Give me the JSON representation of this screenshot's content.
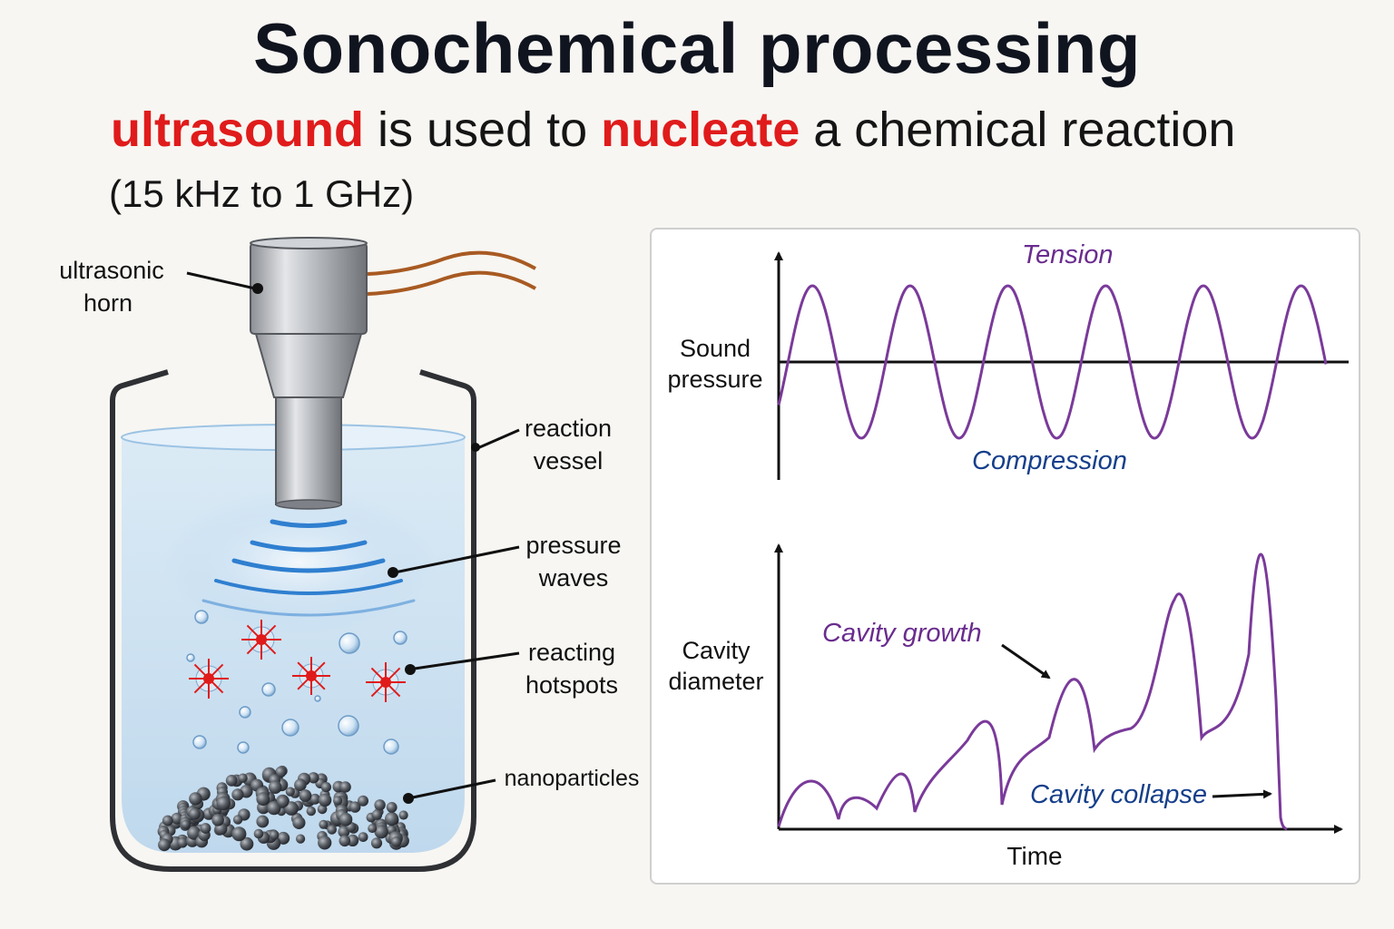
{
  "title": "Sonochemical processing",
  "subtitle": {
    "word1": "ultrasound",
    "middle": " is used to ",
    "word2": "nucleate",
    "end": " a chemical reaction"
  },
  "frequency_range": "(15 kHz to 1 GHz)",
  "labels": {
    "horn_line1": "ultrasonic",
    "horn_line2": "horn",
    "vessel_line1": "reaction",
    "vessel_line2": "vessel",
    "waves_line1": "pressure",
    "waves_line2": "waves",
    "hotspots_line1": "reacting",
    "hotspots_line2": "hotspots",
    "nanoparticles": "nanoparticles"
  },
  "graph": {
    "top_ylabel_line1": "Sound",
    "top_ylabel_line2": "pressure",
    "tension": "Tension",
    "compression": "Compression",
    "bottom_ylabel_line1": "Cavity",
    "bottom_ylabel_line2": "diameter",
    "cavity_growth": "Cavity growth",
    "cavity_collapse": "Cavity collapse",
    "xlabel": "Time"
  },
  "colors": {
    "accent_red": "#e01b1b",
    "curve_purple": "#7a3a9a",
    "annotation_blue": "#163f8a",
    "wave_blue": "#2f7fd0"
  }
}
